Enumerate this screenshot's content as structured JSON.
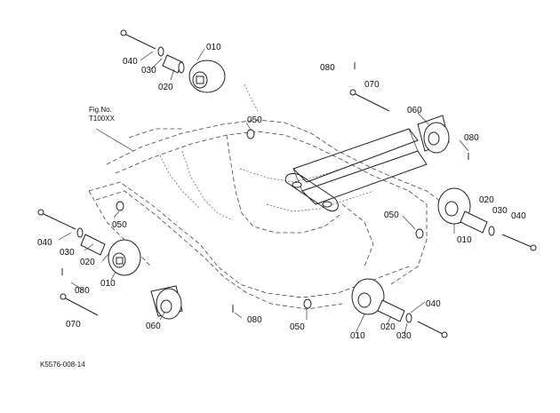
{
  "figure": {
    "reference_code": "K5576-008-14",
    "fig_note_line1": "Fig.No.",
    "fig_note_line2": "T100XX"
  },
  "labels": {
    "p010_a": "010",
    "p040_a": "040",
    "p030_a": "030",
    "p020_a": "020",
    "p080_a": "080",
    "p070_a": "070",
    "p060_a": "060",
    "p080_b": "080",
    "p050_a": "050",
    "p050_b": "050",
    "p020_b": "020",
    "p030_b": "030",
    "p040_b": "040",
    "p050_c": "050",
    "p010_b": "010",
    "p040_c": "040",
    "p030_c": "030",
    "p020_c": "020",
    "p010_c": "010",
    "p080_c": "080",
    "p070_b": "070",
    "p060_b": "060",
    "p080_d": "080",
    "p040_d": "040",
    "p050_d": "050",
    "p010_d": "010",
    "p020_d": "020",
    "p030_d": "030"
  }
}
